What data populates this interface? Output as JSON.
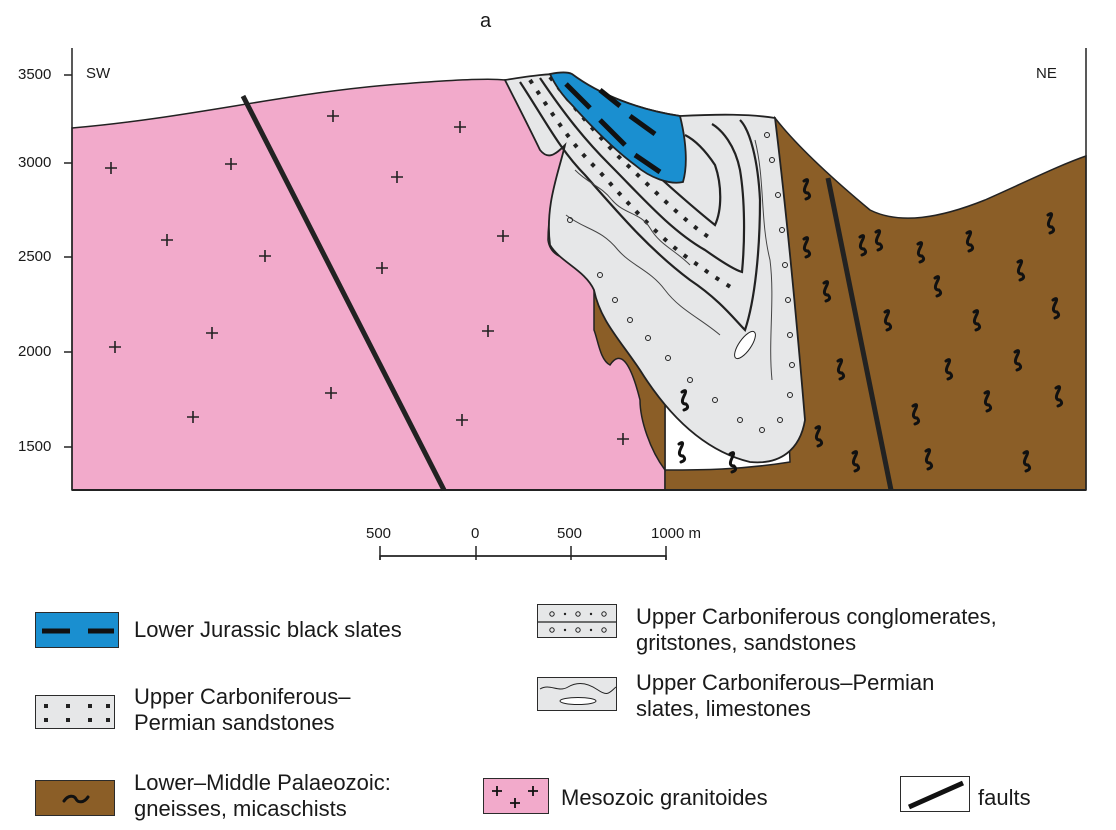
{
  "panel_label": "a",
  "orientation": {
    "left": "SW",
    "right": "NE"
  },
  "elevation_axis": {
    "ticks": [
      "3500",
      "3000",
      "2500",
      "2000",
      "1500"
    ]
  },
  "scale_bar": {
    "labels": [
      "500",
      "0",
      "500",
      "1000 m"
    ]
  },
  "legend": [
    {
      "id": "jurassic",
      "label_lines": [
        "Lower Jurassic black slates"
      ],
      "color": "#1a8fd0"
    },
    {
      "id": "conglomerates",
      "label_lines": [
        "Upper Carboniferous conglomerates,",
        "gritstones, sandstones"
      ],
      "color": "#e6e7e8"
    },
    {
      "id": "sandstones",
      "label_lines": [
        "Upper Carboniferous–",
        "Permian sandstones"
      ],
      "color": "#e6e7e8"
    },
    {
      "id": "slates",
      "label_lines": [
        "Upper Carboniferous–Permian",
        "slates, limestones"
      ],
      "color": "#e6e7e8"
    },
    {
      "id": "gneisses",
      "label_lines": [
        "Lower–Middle Palaeozoic:",
        "gneisses, micaschists"
      ],
      "color": "#8b5e27"
    },
    {
      "id": "granitoides",
      "label_lines": [
        "Mesozoic granitoides"
      ],
      "color": "#f2aacb"
    },
    {
      "id": "faults",
      "label_lines": [
        "faults"
      ]
    }
  ]
}
